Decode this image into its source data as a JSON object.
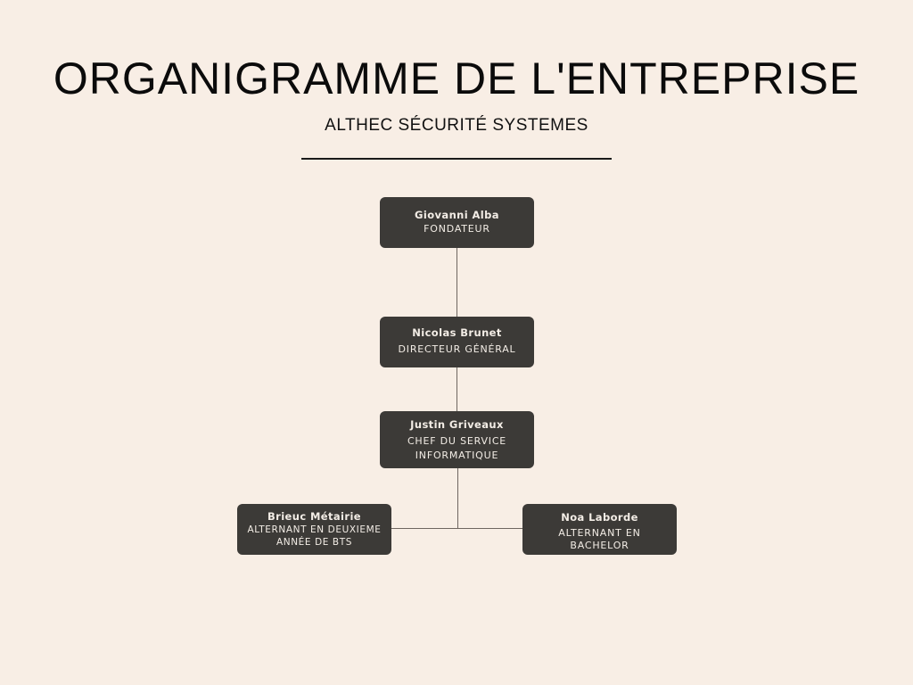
{
  "header": {
    "title": "ORGANIGRAMME DE L'ENTREPRISE",
    "subtitle": "ALTHEC SÉCURITÉ SYSTEMES"
  },
  "colors": {
    "background": "#f8eee5",
    "node_fill": "#3c3a37",
    "node_text": "#f3ede6",
    "connector": "#6f6660"
  },
  "org": {
    "founder": {
      "name": "Giovanni Alba",
      "role": "FONDATEUR"
    },
    "director": {
      "name": "Nicolas Brunet",
      "role": "DIRECTEUR GÉNÉRAL"
    },
    "it_head": {
      "name": "Justin Griveaux",
      "role": "CHEF DU SERVICE INFORMATIQUE"
    },
    "apprentice_bts": {
      "name": "Brieuc Métairie",
      "role": "ALTERNANT EN DEUXIEME ANNÉE DE BTS"
    },
    "apprentice_bachelor": {
      "name": "Noa Laborde",
      "role": "ALTERNANT EN BACHELOR"
    }
  }
}
